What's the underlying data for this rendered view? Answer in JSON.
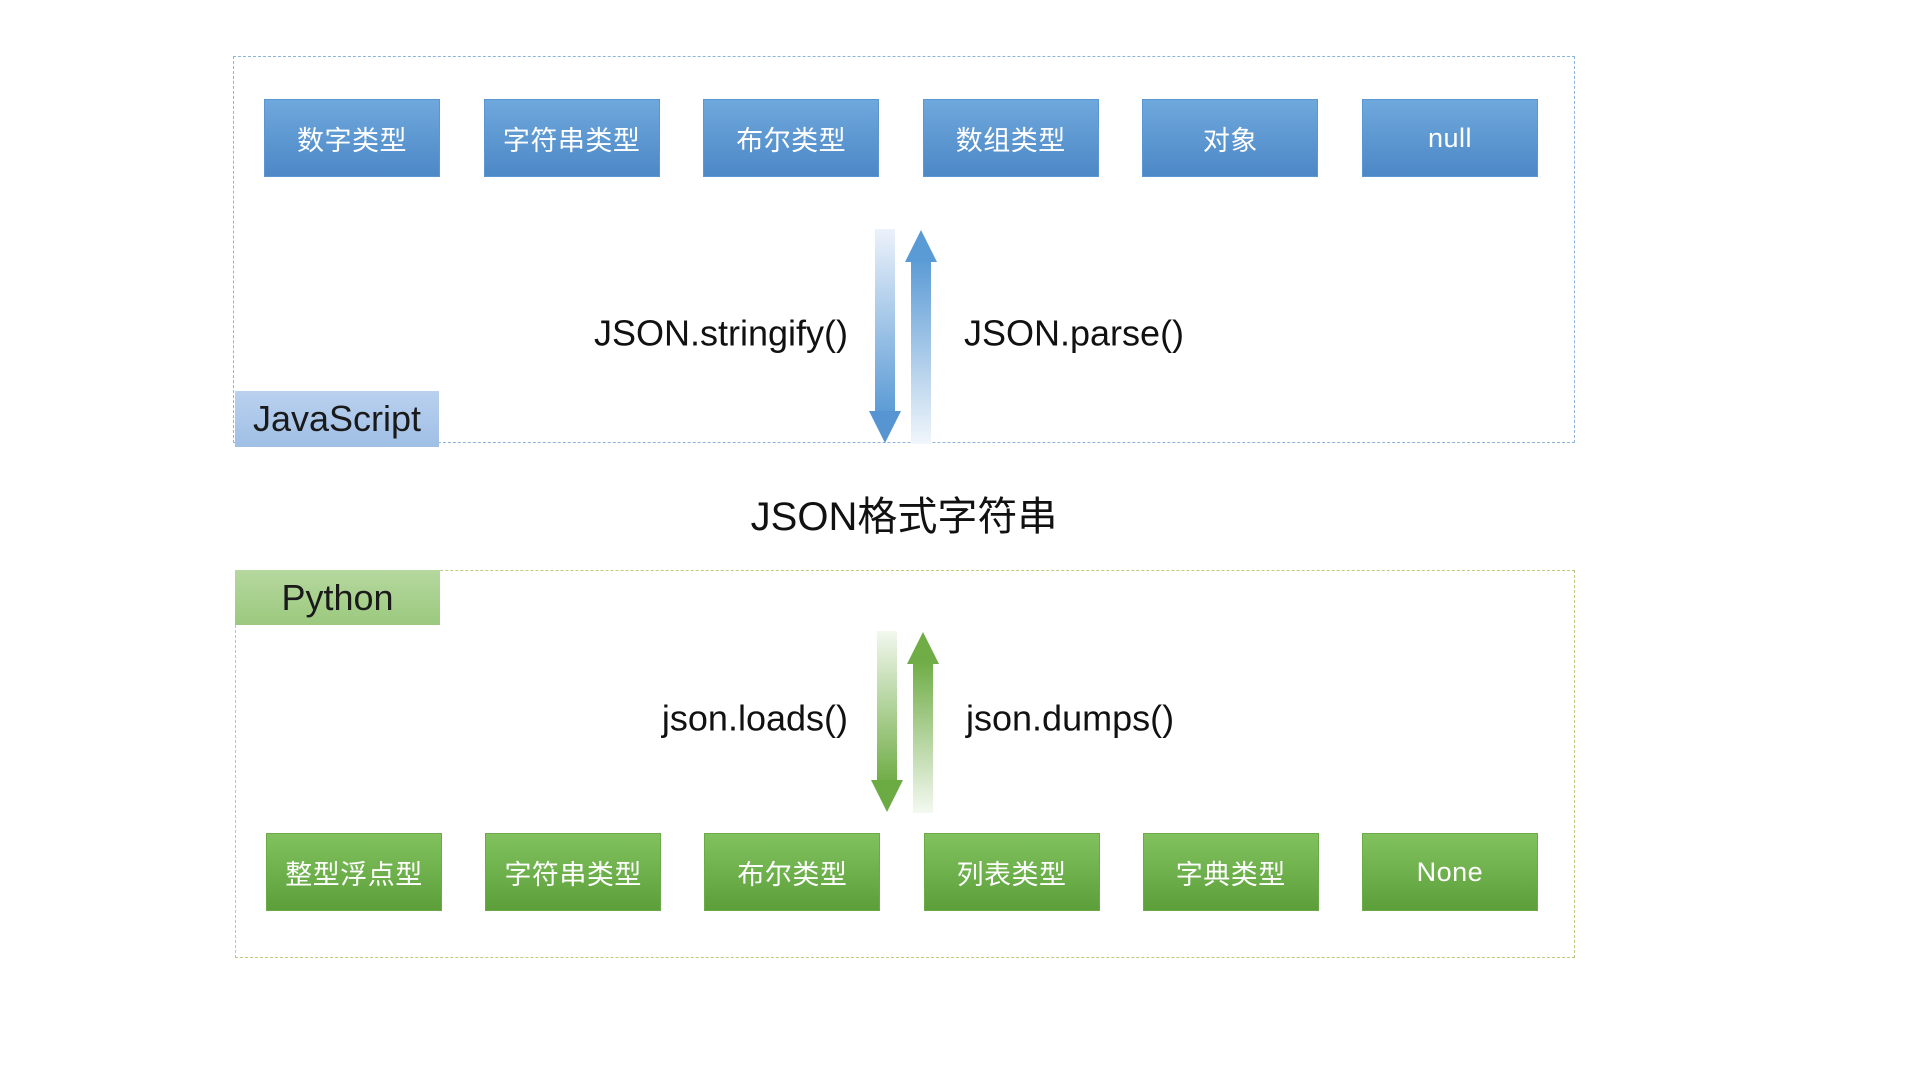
{
  "title": "JSON格式字符串",
  "javascript": {
    "label": "JavaScript",
    "types": [
      "数字类型",
      "字符串类型",
      "布尔类型",
      "数组类型",
      "对象",
      "null"
    ],
    "stringify_label": "JSON.stringify()",
    "parse_label": "JSON.parse()"
  },
  "python": {
    "label": "Python",
    "types": [
      "整型浮点型",
      "字符串类型",
      "布尔类型",
      "列表类型",
      "字典类型",
      "None"
    ],
    "loads_label": "json.loads()",
    "dumps_label": "json.dumps()"
  },
  "colors": {
    "js_accent": "#5B9BD5",
    "js_box_gradient_top": "#6FA8DC",
    "js_box_gradient_bottom": "#4D88C7",
    "js_label_bg": "#AEC9EA",
    "js_dash_border": "#8FB4DC",
    "py_accent": "#70AD47",
    "py_box_gradient_top": "#81C25F",
    "py_box_gradient_bottom": "#5C9F3A",
    "py_label_bg": "#A9D18E",
    "py_dash_border": "#B9CC80",
    "box_text": "#FFFFFF",
    "label_text": "#111111",
    "background": "#FFFFFF"
  }
}
